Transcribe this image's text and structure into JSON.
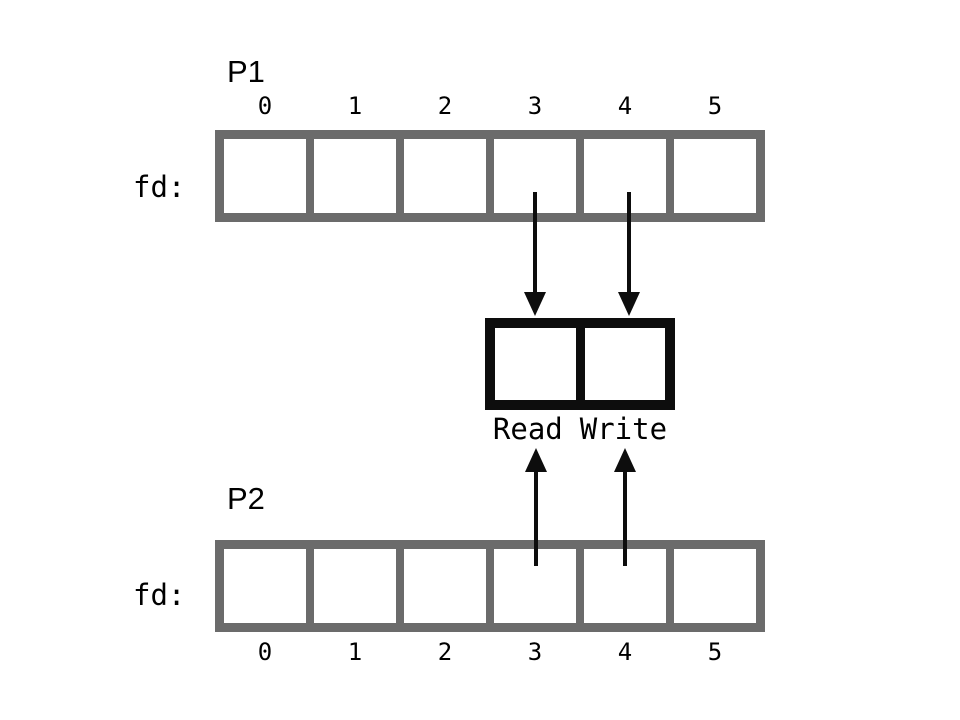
{
  "diagram_title": "two-process-pipe-file-descriptor-diagram",
  "colors": {
    "background": "#ffffff",
    "fd_table_border": "#6b6b6b",
    "pipe_border": "#0d0d0d",
    "text": "#000000"
  },
  "p1": {
    "label": "P1",
    "fd_label": "fd:",
    "indices": [
      "0",
      "1",
      "2",
      "3",
      "4",
      "5"
    ]
  },
  "pipe": {
    "read_label": "Read",
    "write_label": "Write"
  },
  "p2": {
    "label": "P2",
    "fd_label": "fd:",
    "indices": [
      "0",
      "1",
      "2",
      "3",
      "4",
      "5"
    ]
  },
  "arrows": [
    {
      "name": "p1-fd3-to-pipe-read",
      "direction": "down"
    },
    {
      "name": "p1-fd4-to-pipe-write",
      "direction": "down"
    },
    {
      "name": "p2-fd3-to-pipe-read",
      "direction": "up"
    },
    {
      "name": "p2-fd4-to-pipe-write",
      "direction": "up"
    }
  ]
}
